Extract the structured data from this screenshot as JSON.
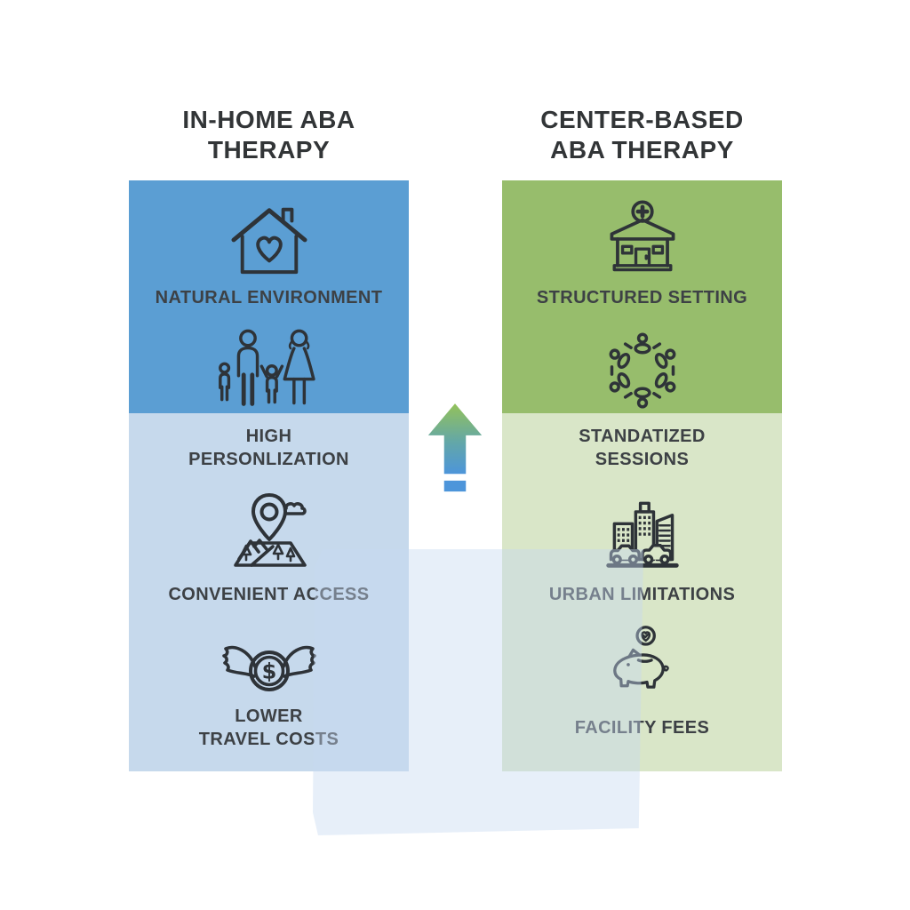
{
  "titles": {
    "left": [
      "IN-HOME ABA",
      "THERAPY"
    ],
    "right": [
      "CENTER-BASED",
      "ABA THERAPY"
    ]
  },
  "colors": {
    "left_top": "#5b9ed3",
    "left_bottom": "#c6d9ec",
    "right_top": "#97bd6c",
    "right_bottom": "#d9e6c8",
    "arrow_green": "#94c25a",
    "arrow_blue": "#4d95da",
    "icon_stroke": "#2e3338",
    "title_text": "#323537",
    "label_text": "#3d4145",
    "watermark": "rgba(198,218,240,0.42)"
  },
  "columns": [
    {
      "id": "in-home",
      "items": [
        {
          "icon": "house-heart-icon",
          "lines": [
            "NATURAL ENVIRONMENT"
          ]
        },
        {
          "icon": "family-icon",
          "lines": [
            "HIGH",
            "PERSONLIZATION"
          ]
        },
        {
          "icon": "map-pin-icon",
          "lines": [
            "CONVENIENT ACCESS"
          ]
        },
        {
          "icon": "winged-coin-icon",
          "lines": [
            "LOWER",
            "TRAVEL COSTS"
          ]
        }
      ]
    },
    {
      "id": "center-based",
      "items": [
        {
          "icon": "clinic-icon",
          "lines": [
            "STRUCTURED SETTING"
          ]
        },
        {
          "icon": "group-circle-icon",
          "lines": [
            "STANDATIZED",
            "SESSIONS"
          ]
        },
        {
          "icon": "city-icon",
          "lines": [
            "URBAN LIMITATIONS"
          ]
        },
        {
          "icon": "piggy-bank-icon",
          "lines": [
            "FACILITY FEES"
          ]
        }
      ]
    }
  ],
  "center_arrow": {
    "icon": "up-arrow-icon",
    "direction": "up"
  }
}
